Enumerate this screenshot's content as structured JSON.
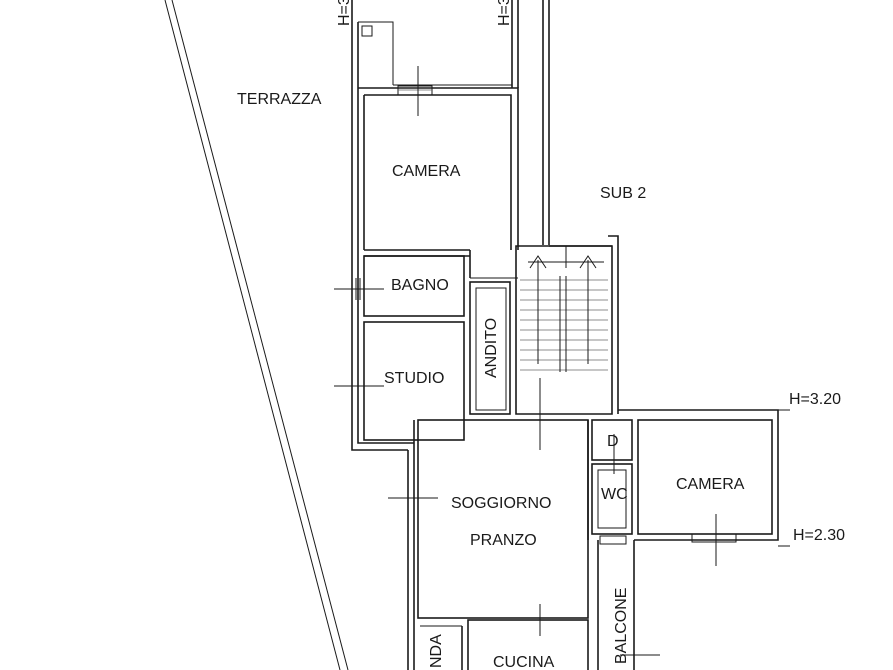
{
  "rooms": {
    "terrazza": "TERRAZZA",
    "camera_top": "CAMERA",
    "sub2": "SUB 2",
    "bagno": "BAGNO",
    "andito": "ANDITO",
    "studio": "STUDIO",
    "d": "D",
    "wc": "WC",
    "camera_right": "CAMERA",
    "soggiorno": "SOGGIORNO",
    "pranzo": "PRANZO",
    "balcone": "BALCONE",
    "cucina": "CUCINA",
    "veranda_partial": "NDA"
  },
  "heights": {
    "top_left": "H=3",
    "top_right": "H=3",
    "right_upper": "H=3.20",
    "right_lower": "H=2.30"
  }
}
